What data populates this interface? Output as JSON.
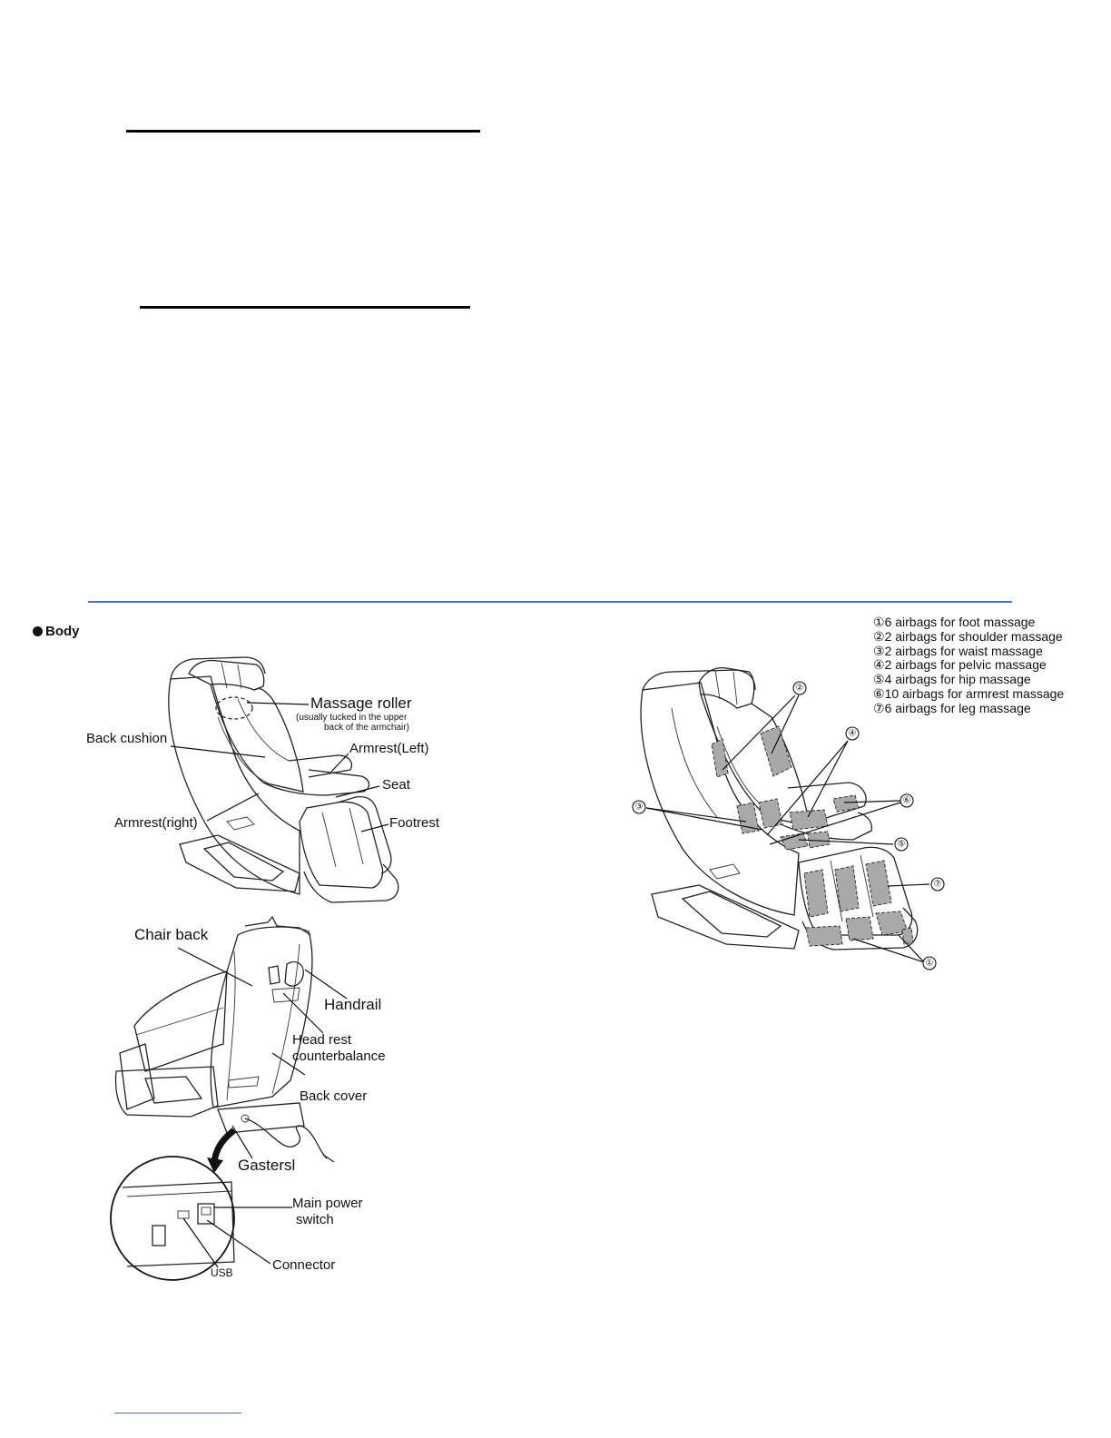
{
  "section": {
    "title": "Body"
  },
  "front_figure": {
    "massage_roller": "Massage roller",
    "massage_roller_note_1": "(usually tucked in the upper",
    "massage_roller_note_2": "back of the armchair)",
    "back_cushion": "Back cushion",
    "armrest_left": "Armrest(Left)",
    "seat": "Seat",
    "armrest_right": "Armrest(right)",
    "footrest": "Footrest"
  },
  "rear_figure": {
    "chair_back": "Chair back",
    "handrail": "Handrail",
    "head_rest_1": "Head rest",
    "head_rest_2": "counterbalance",
    "back_cover": "Back cover",
    "casters": "Gastersl",
    "main_power_1": "Main power",
    "main_power_2": "switch",
    "connector": "Connector",
    "usb": "USB"
  },
  "airbag_figure": {
    "legend": [
      {
        "num": "①",
        "text": "6 airbags for foot massage"
      },
      {
        "num": "②",
        "text": "2 airbags for shoulder massage"
      },
      {
        "num": "③",
        "text": "2 airbags for waist massage"
      },
      {
        "num": "④",
        "text": "2 airbags for pelvic massage"
      },
      {
        "num": "⑤",
        "text": "4 airbags for hip massage"
      },
      {
        "num": "⑥",
        "text": "10 airbags for armrest massage"
      },
      {
        "num": "⑦",
        "text": "6 airbags for leg massage"
      }
    ],
    "callouts": [
      "①",
      "②",
      "③",
      "④",
      "⑤",
      "⑥",
      "⑦"
    ]
  }
}
